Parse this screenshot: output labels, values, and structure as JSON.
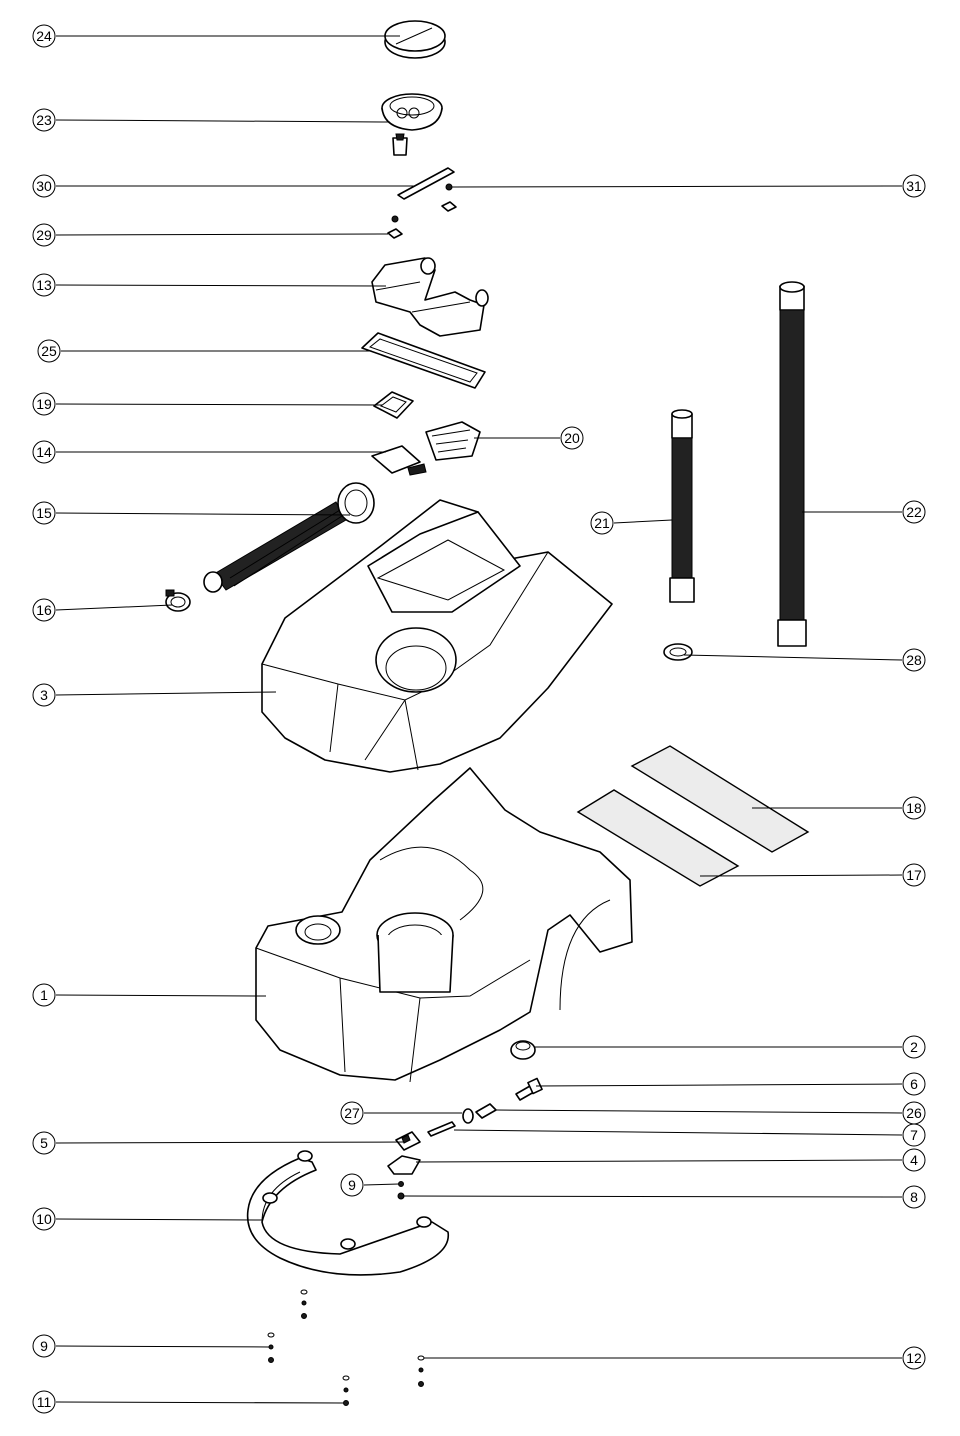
{
  "callouts": [
    {
      "id": "c24",
      "label": "24"
    },
    {
      "id": "c23",
      "label": "23"
    },
    {
      "id": "c30",
      "label": "30"
    },
    {
      "id": "c31",
      "label": "31"
    },
    {
      "id": "c29",
      "label": "29"
    },
    {
      "id": "c13",
      "label": "13"
    },
    {
      "id": "c25",
      "label": "25"
    },
    {
      "id": "c19",
      "label": "19"
    },
    {
      "id": "c20",
      "label": "20"
    },
    {
      "id": "c14",
      "label": "14"
    },
    {
      "id": "c15",
      "label": "15"
    },
    {
      "id": "c21",
      "label": "21"
    },
    {
      "id": "c22",
      "label": "22"
    },
    {
      "id": "c16",
      "label": "16"
    },
    {
      "id": "c28",
      "label": "28"
    },
    {
      "id": "c3",
      "label": "3"
    },
    {
      "id": "c18",
      "label": "18"
    },
    {
      "id": "c17",
      "label": "17"
    },
    {
      "id": "c1",
      "label": "1"
    },
    {
      "id": "c2",
      "label": "2"
    },
    {
      "id": "c6",
      "label": "6"
    },
    {
      "id": "c27",
      "label": "27"
    },
    {
      "id": "c26",
      "label": "26"
    },
    {
      "id": "c5",
      "label": "5"
    },
    {
      "id": "c7",
      "label": "7"
    },
    {
      "id": "c4",
      "label": "4"
    },
    {
      "id": "c9a",
      "label": "9"
    },
    {
      "id": "c8",
      "label": "8"
    },
    {
      "id": "c10",
      "label": "10"
    },
    {
      "id": "c9b",
      "label": "9"
    },
    {
      "id": "c12",
      "label": "12"
    },
    {
      "id": "c11",
      "label": "11"
    }
  ]
}
